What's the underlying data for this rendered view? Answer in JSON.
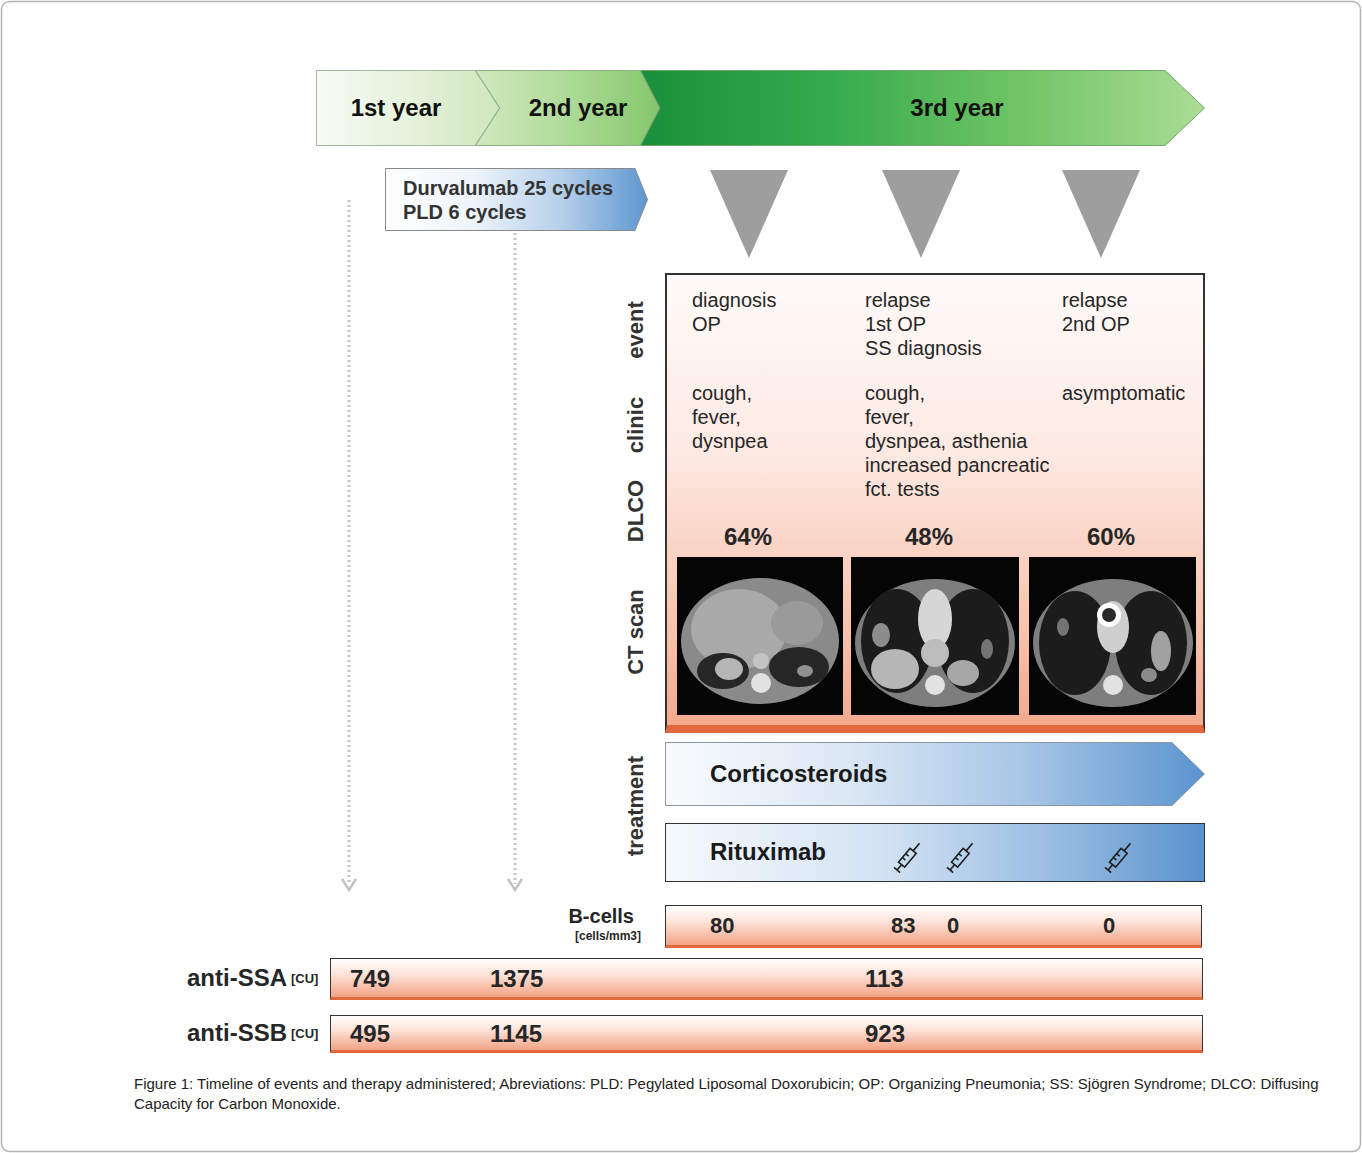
{
  "diagram": {
    "caption": "Figure 1: Timeline of events and therapy administered; Abreviations: PLD: Pegylated Liposomal Doxorubicin; OP: Organizing Pneumonia; SS: Sjögren Syndrome; DLCO: Diffusing Capacity for Carbon Monoxide.",
    "nodes": [
      {
        "text": [
          "1st year"
        ]
      },
      {
        "text": [
          "2nd year"
        ]
      },
      {
        "text": [
          "3rd year"
        ]
      },
      {
        "text": [
          "Durvalumab 25 cycles",
          "PLD 6 cycles"
        ]
      },
      {
        "text": [
          "diagnosis",
          "OP",
          "relapse",
          "1st OP",
          "SS diagnosis",
          "relapse",
          "2nd OP",
          "cough,",
          "fever,",
          "dysnpea",
          "cough,",
          "fever,",
          "dysnpea, asthenia",
          "increased pancreatic fct. tests",
          "asymptomatic",
          "64%",
          "48%",
          "60%"
        ]
      },
      {
        "text": [
          "Corticosteroids"
        ]
      },
      {
        "text": [
          "Rituximab"
        ]
      },
      {
        "text": [
          "B-cells",
          "[cells/mm3]",
          "80",
          "83",
          "0",
          "0"
        ]
      },
      {
        "text": [
          "anti-SSA",
          "[CU]",
          "749",
          "1375",
          "113"
        ]
      },
      {
        "text": [
          "anti-SSB",
          "[CU]",
          "495",
          "1145",
          "923"
        ]
      }
    ],
    "labels": [
      "event",
      "clinic",
      "DLCO",
      "CT scan",
      "treatment"
    ]
  }
}
